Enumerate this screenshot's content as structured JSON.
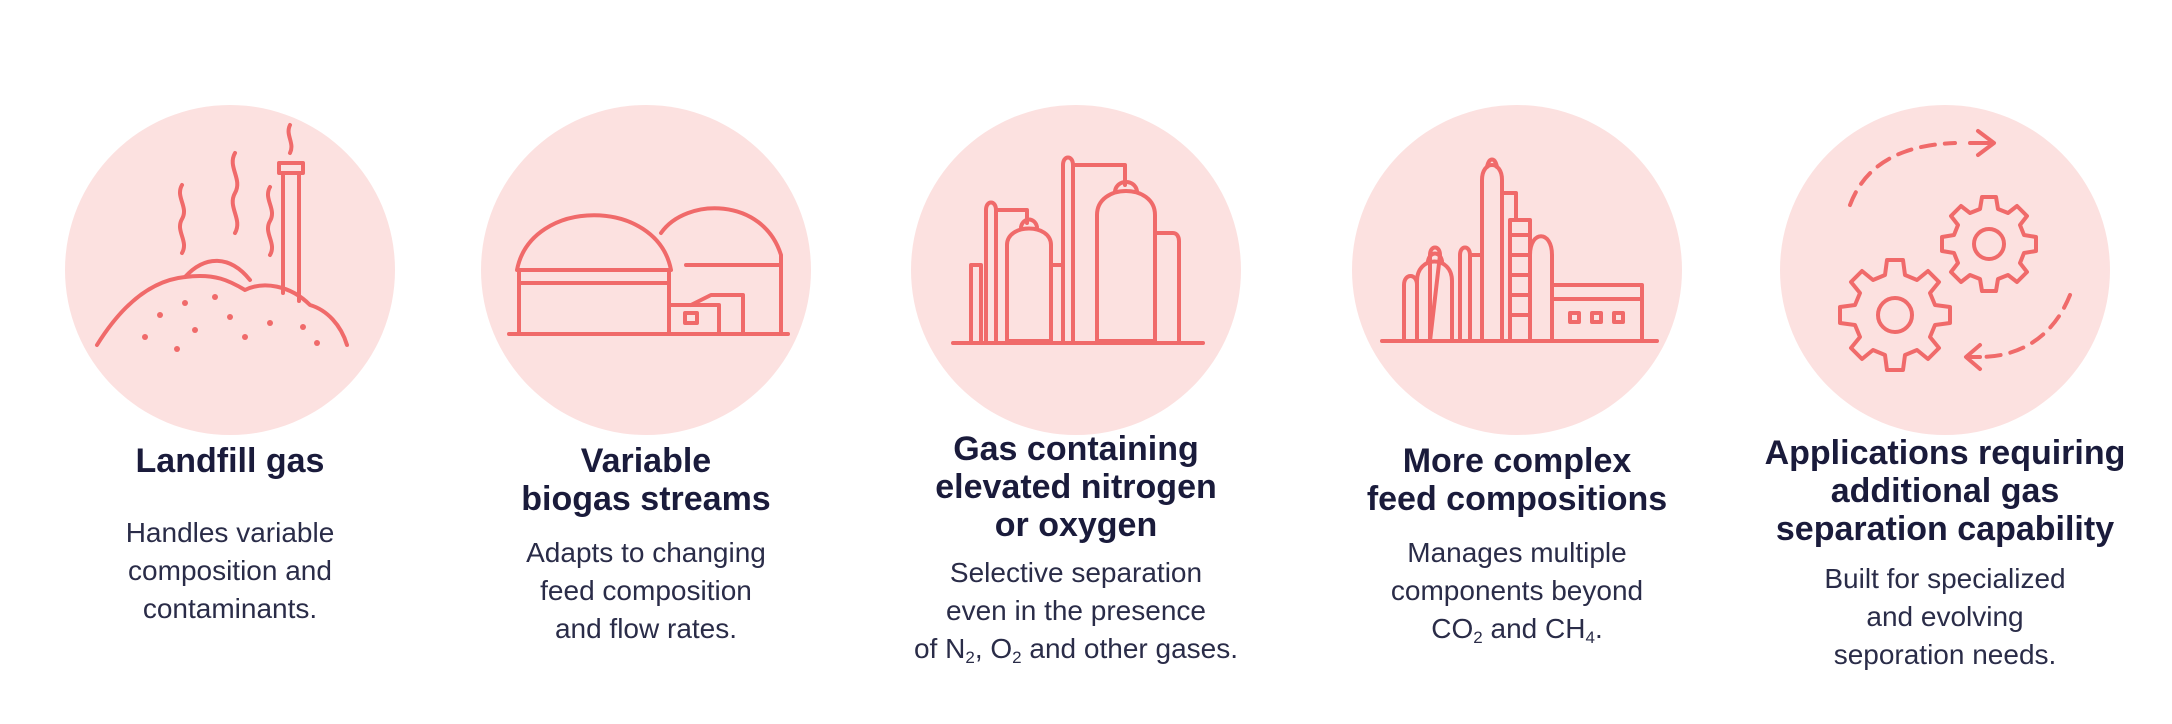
{
  "cards": [
    {
      "icon": "landfill-icon",
      "title_lines": [
        "Landfill gas"
      ],
      "desc_lines": [
        "Handles variable",
        "composition and",
        "contaminants."
      ]
    },
    {
      "icon": "biogas-digester-icon",
      "title_lines": [
        "Variable",
        "biogas streams"
      ],
      "desc_lines": [
        "Adapts to changing",
        "feed composition",
        "and flow rates."
      ]
    },
    {
      "icon": "gas-tanks-icon",
      "title_lines": [
        "Gas containing",
        "elevated nitrogen",
        "or oxygen"
      ],
      "desc_lines": [
        "Selective separation",
        "even in the presence"
      ],
      "desc_formula": {
        "pre": "of N",
        "sub1": "2",
        "mid": ", O",
        "sub2": "2",
        "post": " and other gases."
      }
    },
    {
      "icon": "refinery-icon",
      "title_lines": [
        "More complex",
        "feed compositions"
      ],
      "desc_lines": [
        "Manages multiple",
        "components beyond"
      ],
      "desc_formula": {
        "pre": "CO",
        "sub1": "2",
        "mid": " and CH",
        "sub2": "4",
        "post": "."
      }
    },
    {
      "icon": "gears-cycle-icon",
      "title_lines": [
        "Applications requiring",
        "additional gas",
        "separation capability"
      ],
      "desc_lines": [
        "Built for specialized",
        "and evolving",
        "seporation needs."
      ]
    }
  ],
  "colors": {
    "circle": "#fce1e0",
    "icon_stroke": "#f06a6a",
    "title": "#1a1b3b",
    "text": "#2a2c48"
  }
}
